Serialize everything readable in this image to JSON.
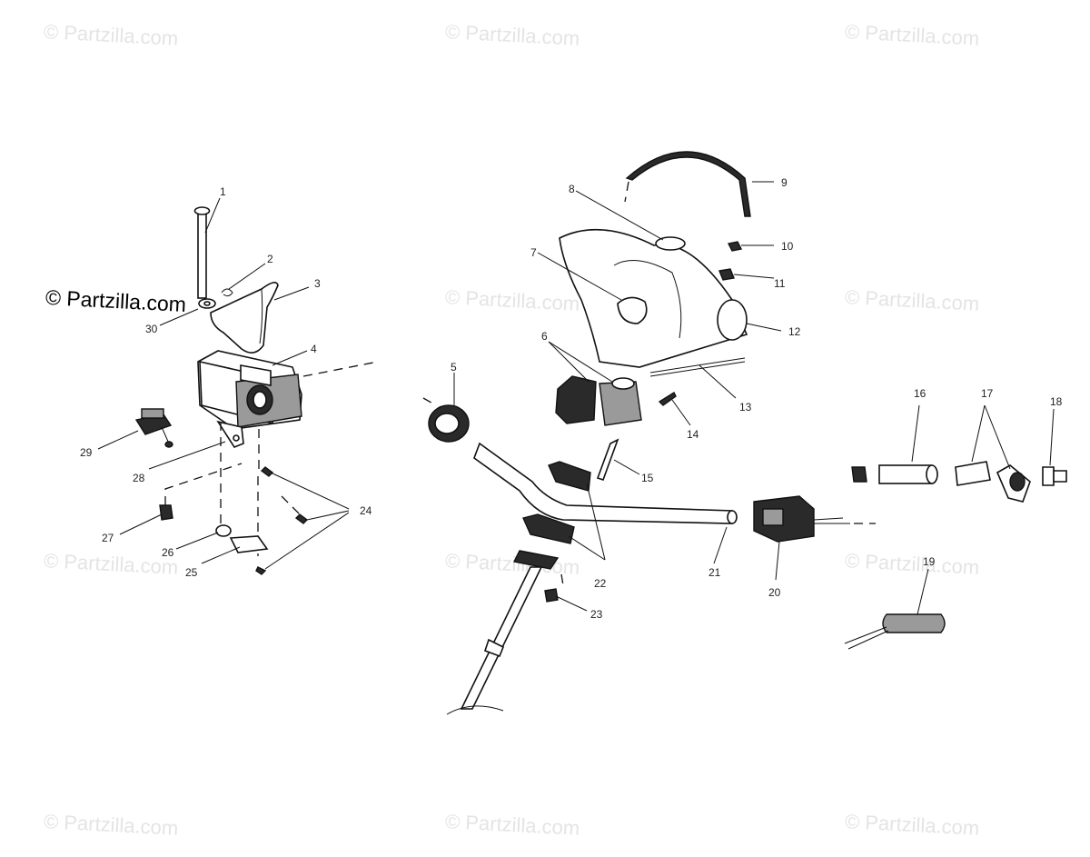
{
  "watermarks": {
    "w1": "© Partzilla.com",
    "w2": "© Partzilla.com",
    "w3": "© Partzilla.com",
    "w4": "© Partzilla.com",
    "w5": "© Partzilla.com",
    "w6": "© Partzilla.com",
    "w7": "© Partzilla.com",
    "w8": "© Partzilla.com",
    "w9": "© Partzilla.com",
    "w10": "© Partzilla.com",
    "w11": "© Partzilla.com",
    "w12": "© Partzilla.com"
  },
  "callouts": {
    "c1": "1",
    "c2": "2",
    "c3": "3",
    "c4": "4",
    "c5": "5",
    "c6": "6",
    "c7": "7",
    "c8": "8",
    "c9": "9",
    "c10": "10",
    "c11": "11",
    "c12": "12",
    "c13": "13",
    "c14": "14",
    "c15": "15",
    "c16": "16",
    "c17": "17",
    "c18": "18",
    "c19": "19",
    "c20": "20",
    "c21": "21",
    "c22": "22",
    "c23": "23",
    "c24": "24",
    "c25": "25",
    "c26": "26",
    "c27": "27",
    "c28": "28",
    "c29": "29",
    "c30": "30"
  }
}
